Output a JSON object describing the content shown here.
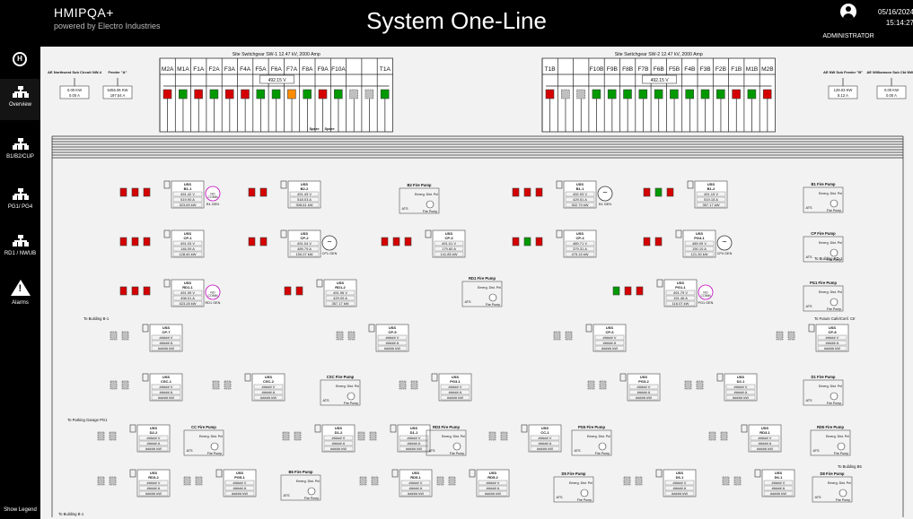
{
  "app": {
    "name": "HMIPQA+",
    "subtitle": "powered by Electro Industries"
  },
  "page_title": "System One-Line",
  "user": {
    "name": "ADMINISTRATOR"
  },
  "datetime": {
    "date": "05/16/2024",
    "time": "15:14:27"
  },
  "sidebar": {
    "logo": "H",
    "items": [
      {
        "label": "Overview"
      },
      {
        "label": "B1/B2/CUP"
      },
      {
        "label": "PG1/ PG4"
      },
      {
        "label": "RD1 / NWUB"
      },
      {
        "label": "Alarms"
      }
    ],
    "legend": "Show Legend"
  },
  "colors": {
    "closed": "#d50000",
    "open": "#009900",
    "tripped": "#ff8c00",
    "unknown": "#c0c0c0",
    "line": "#222222",
    "panel": "#ffffff",
    "bg": "#f2f2f2"
  },
  "swgr1": {
    "title": "Site Switchgear SW-1  12.47 kV, 2000 Amp",
    "labels": [
      "M2A",
      "M1A",
      "F1A",
      "F2A",
      "F3A",
      "F4A",
      "F5A",
      "F6A",
      "F7A",
      "F8A",
      "F9A",
      "F10A",
      "",
      "",
      "T1A"
    ],
    "states": [
      "r",
      "g",
      "r",
      "g",
      "r",
      "r",
      "g",
      "g",
      "o",
      "g",
      "r",
      "g",
      "x",
      "x",
      "g"
    ],
    "voltage": "492.15 V",
    "spare": [
      "Spare",
      "Spare"
    ]
  },
  "swgr2": {
    "title": "Site Switchgear SW-2  12.47 kV, 2000 Amp",
    "labels": [
      "T1B",
      "",
      "",
      "F10B",
      "F9B",
      "F8B",
      "F7B",
      "F6B",
      "F5B",
      "F4B",
      "F3B",
      "F2B",
      "F1B",
      "M1B",
      "M2B"
    ],
    "states": [
      "r",
      "x",
      "x",
      "g",
      "g",
      "g",
      "g",
      "g",
      "g",
      "g",
      "g",
      "g",
      "r",
      "g",
      "r"
    ],
    "voltage": "492.15 V"
  },
  "feeder_a": {
    "label": "AE Northwest Sub Circuit NW-4",
    "kw": "0.00 KW",
    "a": "0.00 A"
  },
  "feeder_a2": {
    "label": "Feeder \"A\"",
    "kw": "5455.06 KW",
    "a": "197.54 A"
  },
  "feeder_b": {
    "label": "AE NW Sub Feeder \"B\"",
    "kw": "129.03 KW",
    "a": "8.12 A"
  },
  "feeder_b2": {
    "label": "AE Williamson Sub Ckt NW-4",
    "kw": "0.00 KW",
    "a": "0.00 A"
  },
  "usses": [
    {
      "name": "B1-1",
      "v": "491.42 V",
      "a": "519.90 A",
      "kw": "323.69 kW",
      "gen": "NO COMM",
      "gl": "B1 GEN"
    },
    {
      "name": "B2-2",
      "v": "491.43 V",
      "a": "518.03 A",
      "kw": "308.61 kW"
    },
    {
      "name": "B1-1",
      "v": "492.93 V",
      "a": "429.51 A",
      "kw": "302.79 kW",
      "gen": "~",
      "gl": "B1 GEN"
    },
    {
      "name": "B1-2",
      "v": "491.15 V",
      "a": "519.15 A",
      "kw": "357.17 kW"
    },
    {
      "name": "CP-1",
      "v": "491.03 V",
      "a": "146.09 A",
      "kw": "128.60 kW"
    },
    {
      "name": "CP-2",
      "v": "491.04 V",
      "a": "489.79 A",
      "kw": "150.07 kW",
      "gen": "~",
      "gl": "CP1 GEN"
    },
    {
      "name": "CP-3",
      "v": "491.01 V",
      "a": "179.60 A",
      "kw": "141.85 kW"
    },
    {
      "name": "CP-4",
      "v": "489.71 V",
      "a": "379.31 A",
      "kw": "475.15 kW"
    },
    {
      "name": "PG4-1",
      "v": "489.09 V",
      "a": "150.10 A",
      "kw": "121.30 kW",
      "gen": "~",
      "gl": "CP4 GEN"
    },
    {
      "name": "RD1-1",
      "v": "491.99 V",
      "a": "498.01 A",
      "kw": "423.28 kW",
      "gen": "NO COMM",
      "gl": "RD1 GEN"
    },
    {
      "name": "RD1-2",
      "v": "491.96 V",
      "a": "429.09 A",
      "kw": "357.17 kW"
    },
    {
      "name": "PG1-1",
      "v": "491.79 V",
      "a": "151.46 A",
      "kw": "116.07 kW",
      "gen": "NO COMM",
      "gl": "PG1 GEN"
    }
  ],
  "firepumps": [
    {
      "name": "B2 Fire Pump",
      "sub": "Emerg. Dist. Pnl",
      "pump": "Fire Pump"
    },
    {
      "name": "B1 Fire Pump"
    },
    {
      "name": "CP Fire Pump"
    },
    {
      "name": "RD1 Fire Pump"
    },
    {
      "name": "PG1 Fire Pump"
    }
  ],
  "nocomm_names": [
    "CP-7",
    "CP-5",
    "CP-6",
    "CP-8",
    "CSC-1",
    "CSC-2",
    "PG3-1",
    "PG3-2",
    "D2-1",
    "D2-2",
    "D1-2",
    "D1-1",
    "CC-1",
    "RD3-1",
    "RD3-2",
    "PG5-1",
    "RD5-1",
    "RD5-2",
    "D6-1",
    "D6-1",
    "D6-2",
    "D5-1",
    "D5-1",
    "D4-1",
    "D4-2"
  ],
  "nocomm_values": {
    "v": "##### V",
    "a": "##### A",
    "kw": "##### kW"
  },
  "fp_names_lower": [
    "CSC Fire Pump",
    "D1 Fire Pump",
    "CC Fire Pump",
    "RD3 Fire Pump",
    "PG5 Fire Pump",
    "RD5 Fire Pump",
    "B6 Fire Pump",
    "D5 Fire Pump",
    "D8 Fire Pump"
  ],
  "uss_label": "USS",
  "ats": "ATS",
  "notes": [
    "To Building RD-1",
    "To Building B-1",
    "To Future Cafe/Conf. Ctr",
    "To Parking Garage PG1",
    "To Building B6",
    "To Building B-1"
  ]
}
